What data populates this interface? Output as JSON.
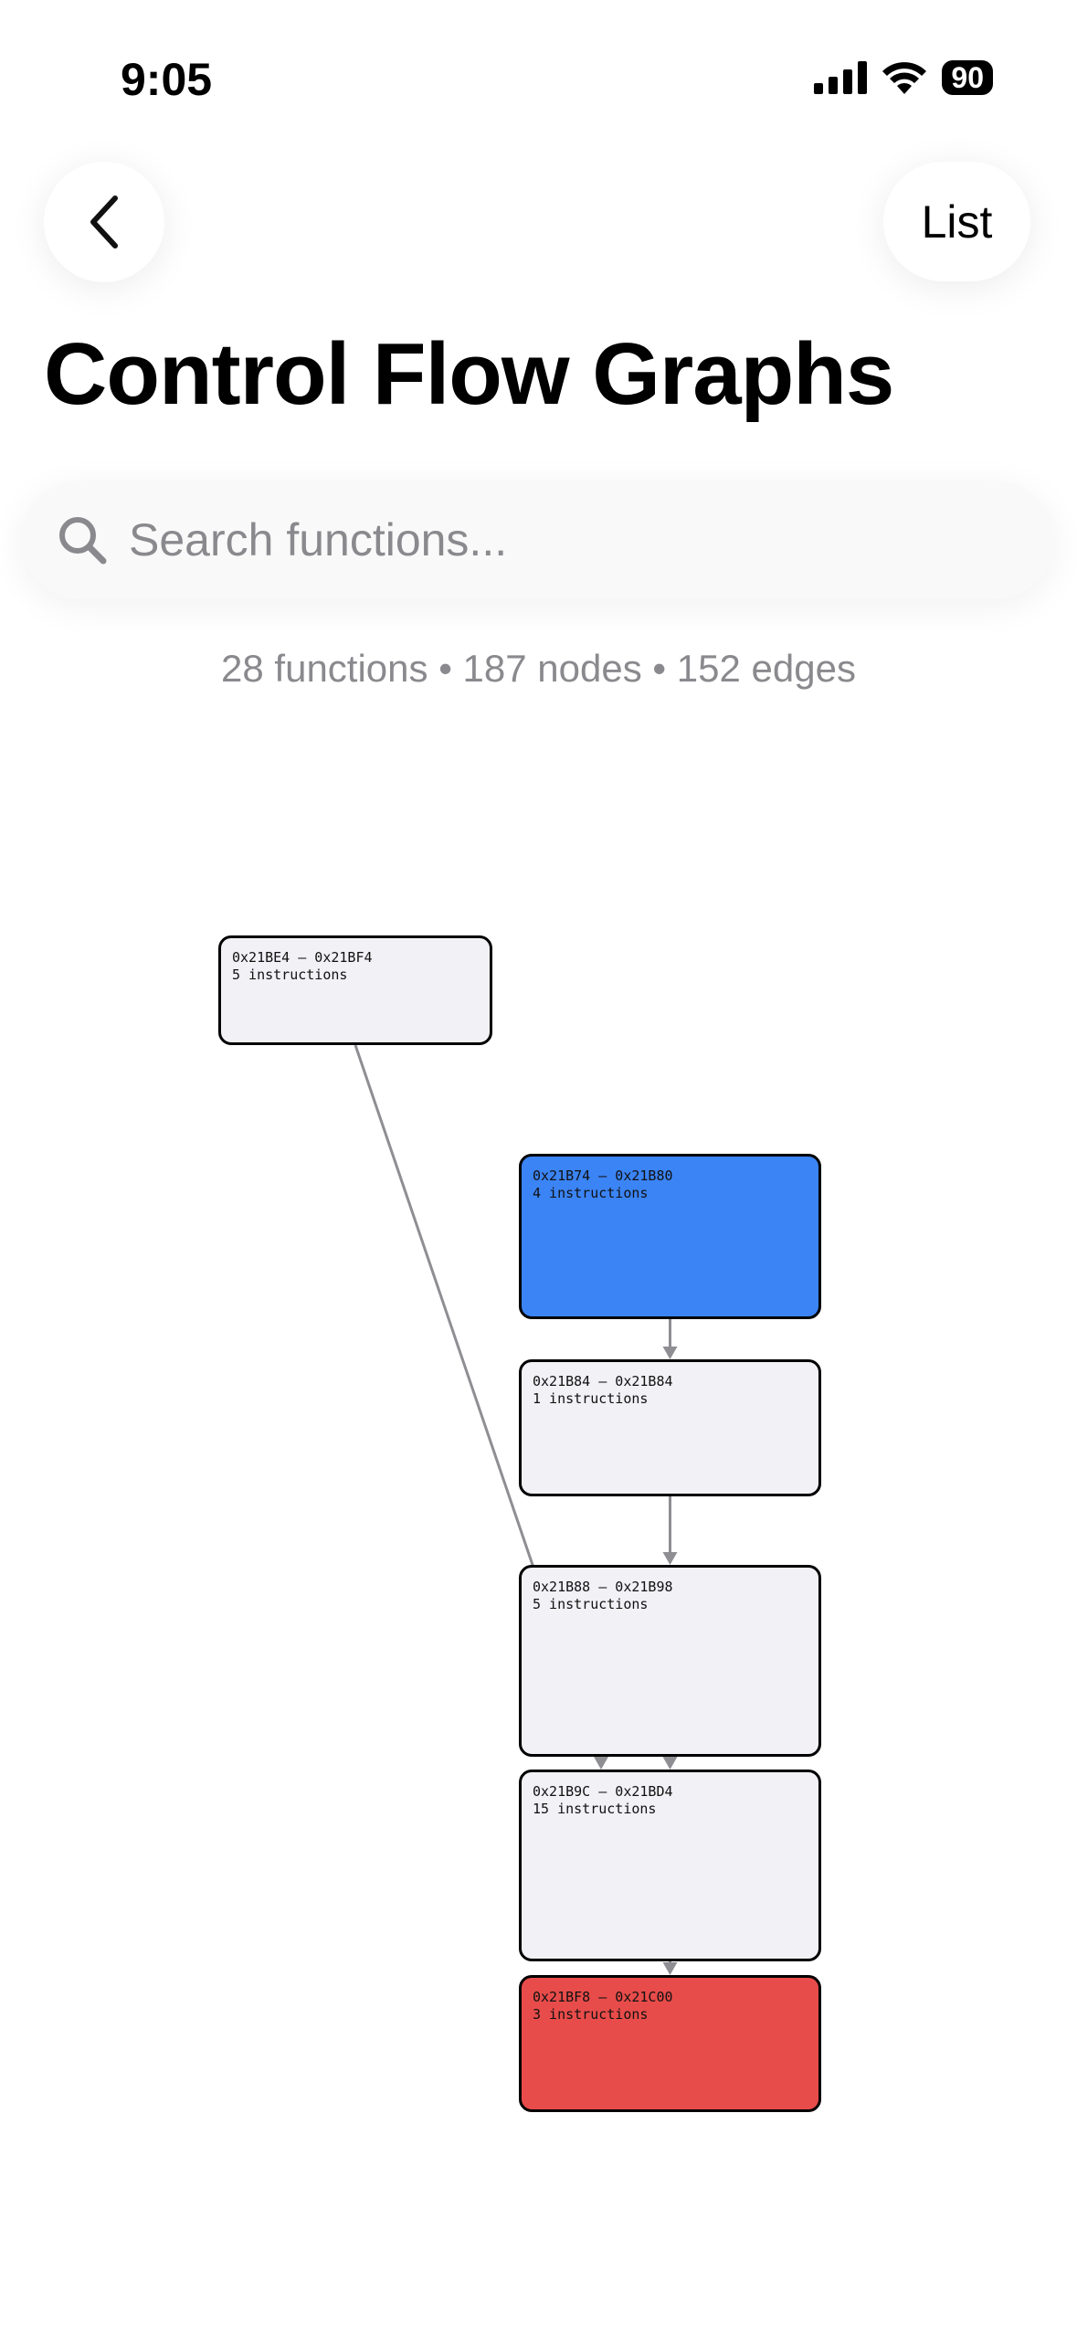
{
  "status_bar": {
    "time": "9:05",
    "battery": "90"
  },
  "nav": {
    "back_icon": "chevron-left-icon",
    "list_label": "List"
  },
  "title": "Control Flow Graphs",
  "search": {
    "placeholder": "Search functions..."
  },
  "stats": "28 functions • 187 nodes • 152 edges",
  "colors": {
    "entry": "#3B84F5",
    "exit": "#E84C4A",
    "default": "#F1F1F6",
    "edge": "#8E8E93"
  },
  "graph": {
    "nodes": [
      {
        "range": "0x21BE4 – 0x21BF4",
        "instructions": "5 instructions",
        "kind": "default"
      },
      {
        "range": "0x21B74 – 0x21B80",
        "instructions": "4 instructions",
        "kind": "entry"
      },
      {
        "range": "0x21B84 – 0x21B84",
        "instructions": "1 instructions",
        "kind": "default"
      },
      {
        "range": "0x21B88 – 0x21B98",
        "instructions": "5 instructions",
        "kind": "default"
      },
      {
        "range": "0x21B9C – 0x21BD4",
        "instructions": "15 instructions",
        "kind": "default"
      },
      {
        "range": "0x21BF8 – 0x21C00",
        "instructions": "3 instructions",
        "kind": "exit"
      }
    ],
    "edges": [
      [
        0,
        4
      ],
      [
        1,
        2
      ],
      [
        2,
        3
      ],
      [
        3,
        4
      ],
      [
        4,
        5
      ]
    ]
  }
}
